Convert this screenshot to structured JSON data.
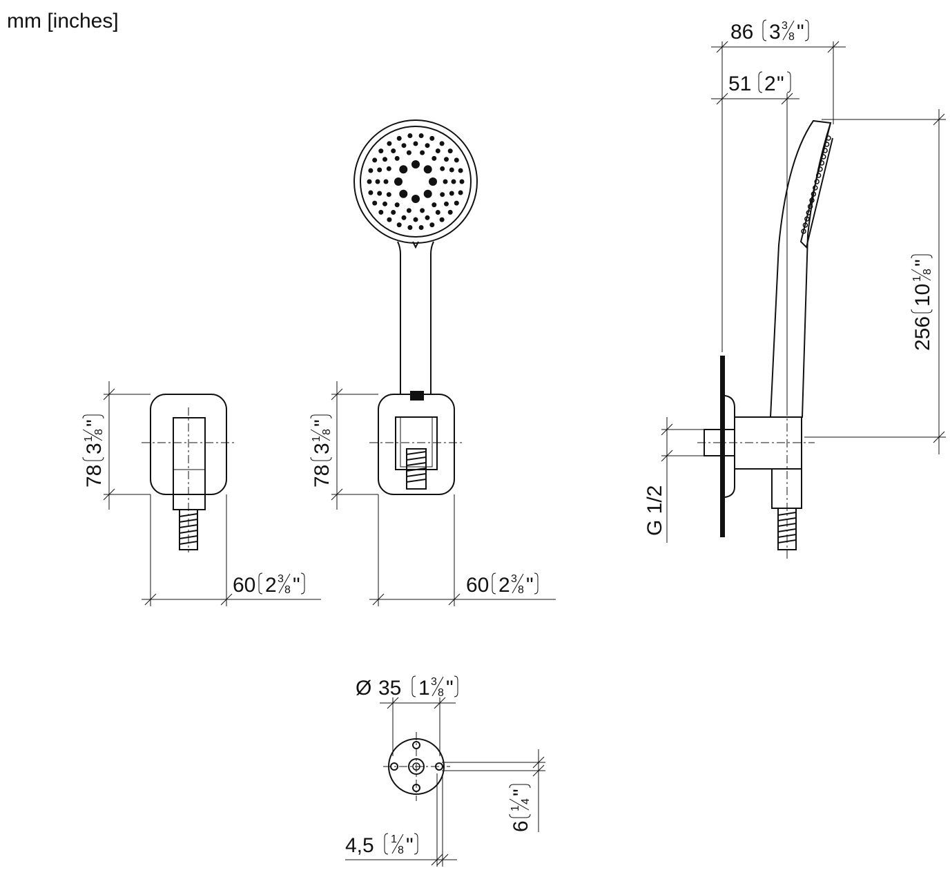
{
  "units_label": "mm [inches]",
  "dimensions": {
    "holder_left_height": {
      "mm": "78",
      "inch_whole": "3",
      "inch_num": "1",
      "inch_den": "8"
    },
    "holder_left_width": {
      "mm": "60",
      "inch_whole": "2",
      "inch_num": "3",
      "inch_den": "8"
    },
    "holder_mid_height": {
      "mm": "78",
      "inch_whole": "3",
      "inch_num": "1",
      "inch_den": "8"
    },
    "holder_mid_width": {
      "mm": "60",
      "inch_whole": "2",
      "inch_num": "3",
      "inch_den": "8"
    },
    "side_depth_total": {
      "mm": "86",
      "inch_whole": "3",
      "inch_num": "3",
      "inch_den": "8"
    },
    "side_depth_holder": {
      "mm": "51",
      "inch_whole": "2"
    },
    "side_height": {
      "mm": "256",
      "inch_whole": "10",
      "inch_num": "1",
      "inch_den": "8"
    },
    "thread": "G 1/2",
    "flange_diameter": {
      "symbol": "Ø",
      "mm": "35",
      "inch_whole": "1",
      "inch_num": "3",
      "inch_den": "8"
    },
    "offset_small": {
      "mm": "6",
      "inch_num": "1",
      "inch_den": "4"
    },
    "offset_plate": {
      "mm": "4,5",
      "inch_num": "1",
      "inch_den": "8"
    }
  },
  "colors": {
    "line": "#111111",
    "background": "#ffffff"
  }
}
